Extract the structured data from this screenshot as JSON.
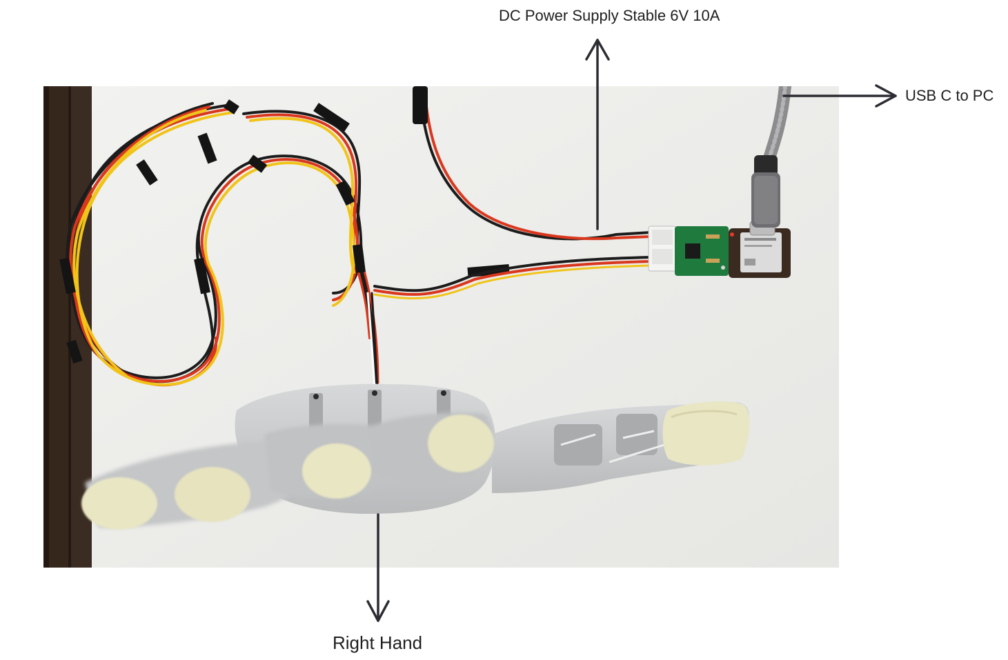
{
  "labels": {
    "power_supply": "DC Power Supply Stable 6V 10A",
    "usb": "USB C to PC",
    "hand": "Right Hand"
  },
  "colors": {
    "text": "#1e1e1e",
    "arrow": "#2b2d33",
    "table": "#eeeeec",
    "table_edge": "#3a2c22",
    "wire_red": "#d9381e",
    "wire_yellow": "#f0c419",
    "wire_black": "#1c1c1c",
    "pcb_green": "#1f7a3e",
    "hand_plastic": "#c8cacb",
    "fingertip_foam": "#e9e6c4",
    "usb_cable": "#8c8c8f"
  }
}
